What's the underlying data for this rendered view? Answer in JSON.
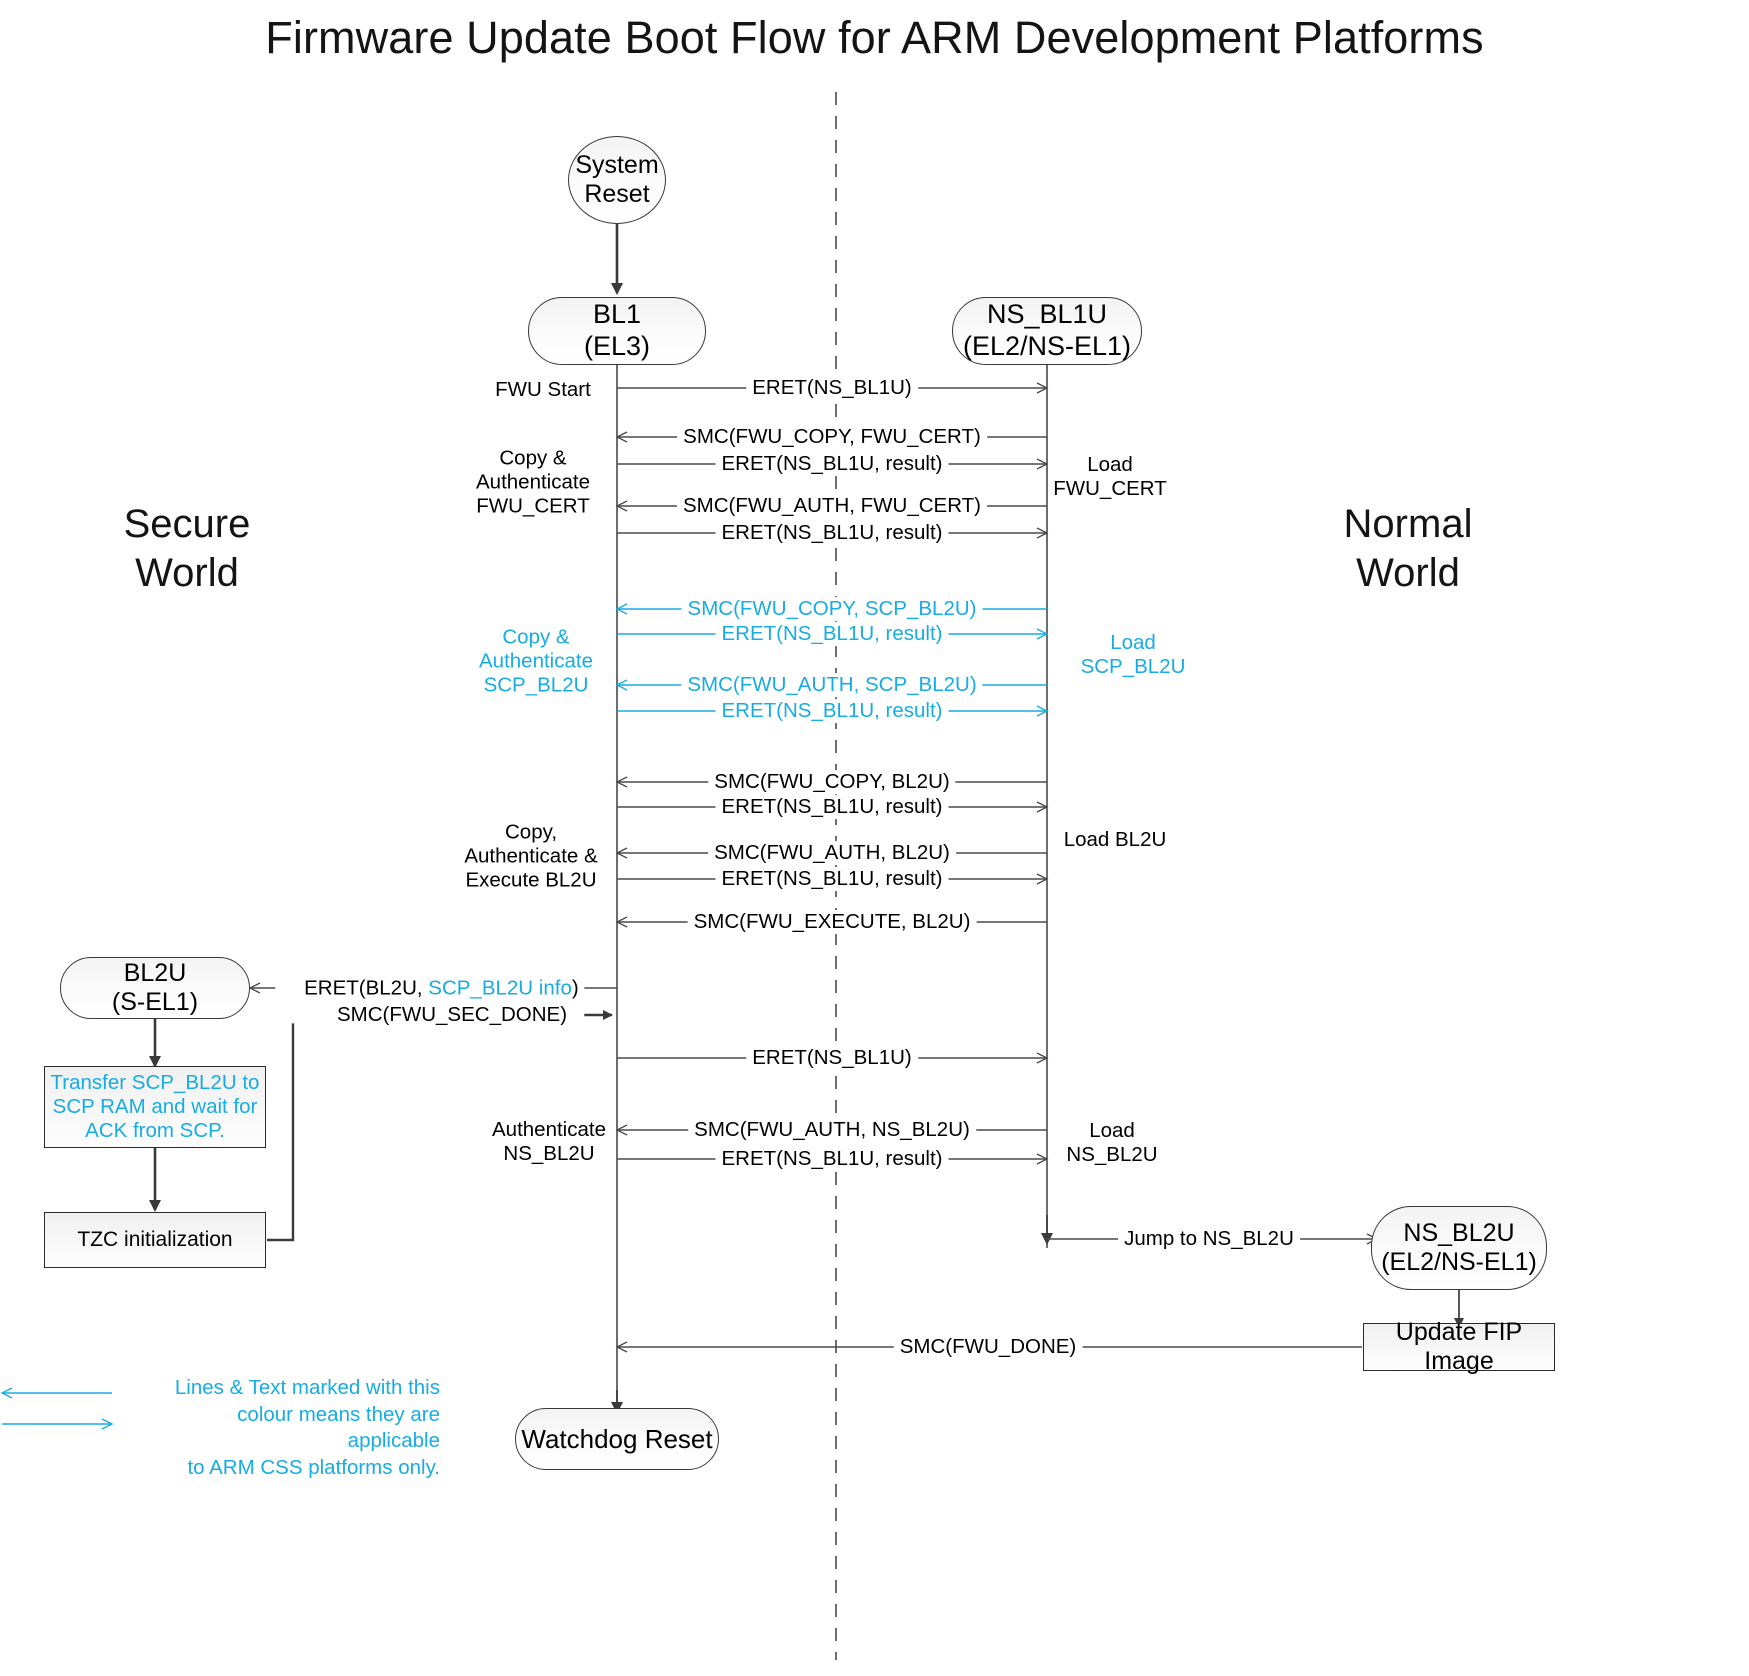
{
  "title": "Firmware Update Boot Flow for ARM Development Platforms",
  "colors": {
    "accent_cyan": "#17ace3",
    "line_black": "#3a3a3a",
    "text_black": "#000000",
    "node_fill": "#f7f7f7"
  },
  "worlds": {
    "secure": "Secure\nWorld",
    "normal": "Normal\nWorld"
  },
  "nodes": {
    "system_reset": "System\nReset",
    "bl1": "BL1\n(EL3)",
    "ns_bl1u": "NS_BL1U\n(EL2/NS-EL1)",
    "bl2u": "BL2U\n(S-EL1)",
    "ns_bl2u": "NS_BL2U\n(EL2/NS-EL1)",
    "transfer_scp": "Transfer SCP_BL2U to\nSCP RAM and wait for\nACK from SCP.",
    "tzc_init": "TZC initialization",
    "update_fip": "Update FIP Image",
    "watchdog_reset": "Watchdog Reset"
  },
  "messages": [
    {
      "id": "m1",
      "text": "ERET(NS_BL1U)",
      "cyan": false
    },
    {
      "id": "m2",
      "text": "SMC(FWU_COPY, FWU_CERT)",
      "cyan": false
    },
    {
      "id": "m3",
      "text": "ERET(NS_BL1U, result)",
      "cyan": false
    },
    {
      "id": "m4",
      "text": "SMC(FWU_AUTH, FWU_CERT)",
      "cyan": false
    },
    {
      "id": "m5",
      "text": "ERET(NS_BL1U, result)",
      "cyan": false
    },
    {
      "id": "m6",
      "text": "SMC(FWU_COPY, SCP_BL2U)",
      "cyan": true
    },
    {
      "id": "m7",
      "text": "ERET(NS_BL1U, result)",
      "cyan": true
    },
    {
      "id": "m8",
      "text": "SMC(FWU_AUTH, SCP_BL2U)",
      "cyan": true
    },
    {
      "id": "m9",
      "text": "ERET(NS_BL1U, result)",
      "cyan": true
    },
    {
      "id": "m10",
      "text": "SMC(FWU_COPY, BL2U)",
      "cyan": false
    },
    {
      "id": "m11",
      "text": "ERET(NS_BL1U, result)",
      "cyan": false
    },
    {
      "id": "m12",
      "text": "SMC(FWU_AUTH, BL2U)",
      "cyan": false
    },
    {
      "id": "m13",
      "text": "ERET(NS_BL1U, result)",
      "cyan": false
    },
    {
      "id": "m14",
      "text": "SMC(FWU_EXECUTE, BL2U)",
      "cyan": false
    },
    {
      "id": "m16",
      "text": "SMC(FWU_SEC_DONE)",
      "cyan": false
    },
    {
      "id": "m17",
      "text": "ERET(NS_BL1U)",
      "cyan": false
    },
    {
      "id": "m18",
      "text": "SMC(FWU_AUTH, NS_BL2U)",
      "cyan": false
    },
    {
      "id": "m19",
      "text": "ERET(NS_BL1U, result)",
      "cyan": false
    },
    {
      "id": "m20",
      "text": "Jump to NS_BL2U",
      "cyan": false
    },
    {
      "id": "m21",
      "text": "SMC(FWU_DONE)",
      "cyan": false
    }
  ],
  "eret_bl2u": {
    "prefix": "ERET(BL2U, ",
    "cyan_part": "SCP_BL2U info",
    "suffix": ")"
  },
  "left_annotations": [
    {
      "id": "a1",
      "text": "FWU Start",
      "cyan": false
    },
    {
      "id": "a2",
      "text": "Copy &\nAuthenticate\nFWU_CERT",
      "cyan": false
    },
    {
      "id": "a3",
      "text": "Copy &\nAuthenticate\nSCP_BL2U",
      "cyan": true
    },
    {
      "id": "a4",
      "text": "Copy,\nAuthenticate &\nExecute BL2U",
      "cyan": false
    },
    {
      "id": "a5",
      "text": "Authenticate\nNS_BL2U",
      "cyan": false
    }
  ],
  "right_annotations": [
    {
      "id": "r1",
      "text": "Load\nFWU_CERT",
      "cyan": false
    },
    {
      "id": "r2",
      "text": "Load\nSCP_BL2U",
      "cyan": true
    },
    {
      "id": "r3",
      "text": "Load BL2U",
      "cyan": false
    },
    {
      "id": "r4",
      "text": "Load\nNS_BL2U",
      "cyan": false
    }
  ],
  "legend": {
    "note": "Lines & Text marked with this\ncolour means they are applicable\nto ARM CSS platforms only."
  }
}
